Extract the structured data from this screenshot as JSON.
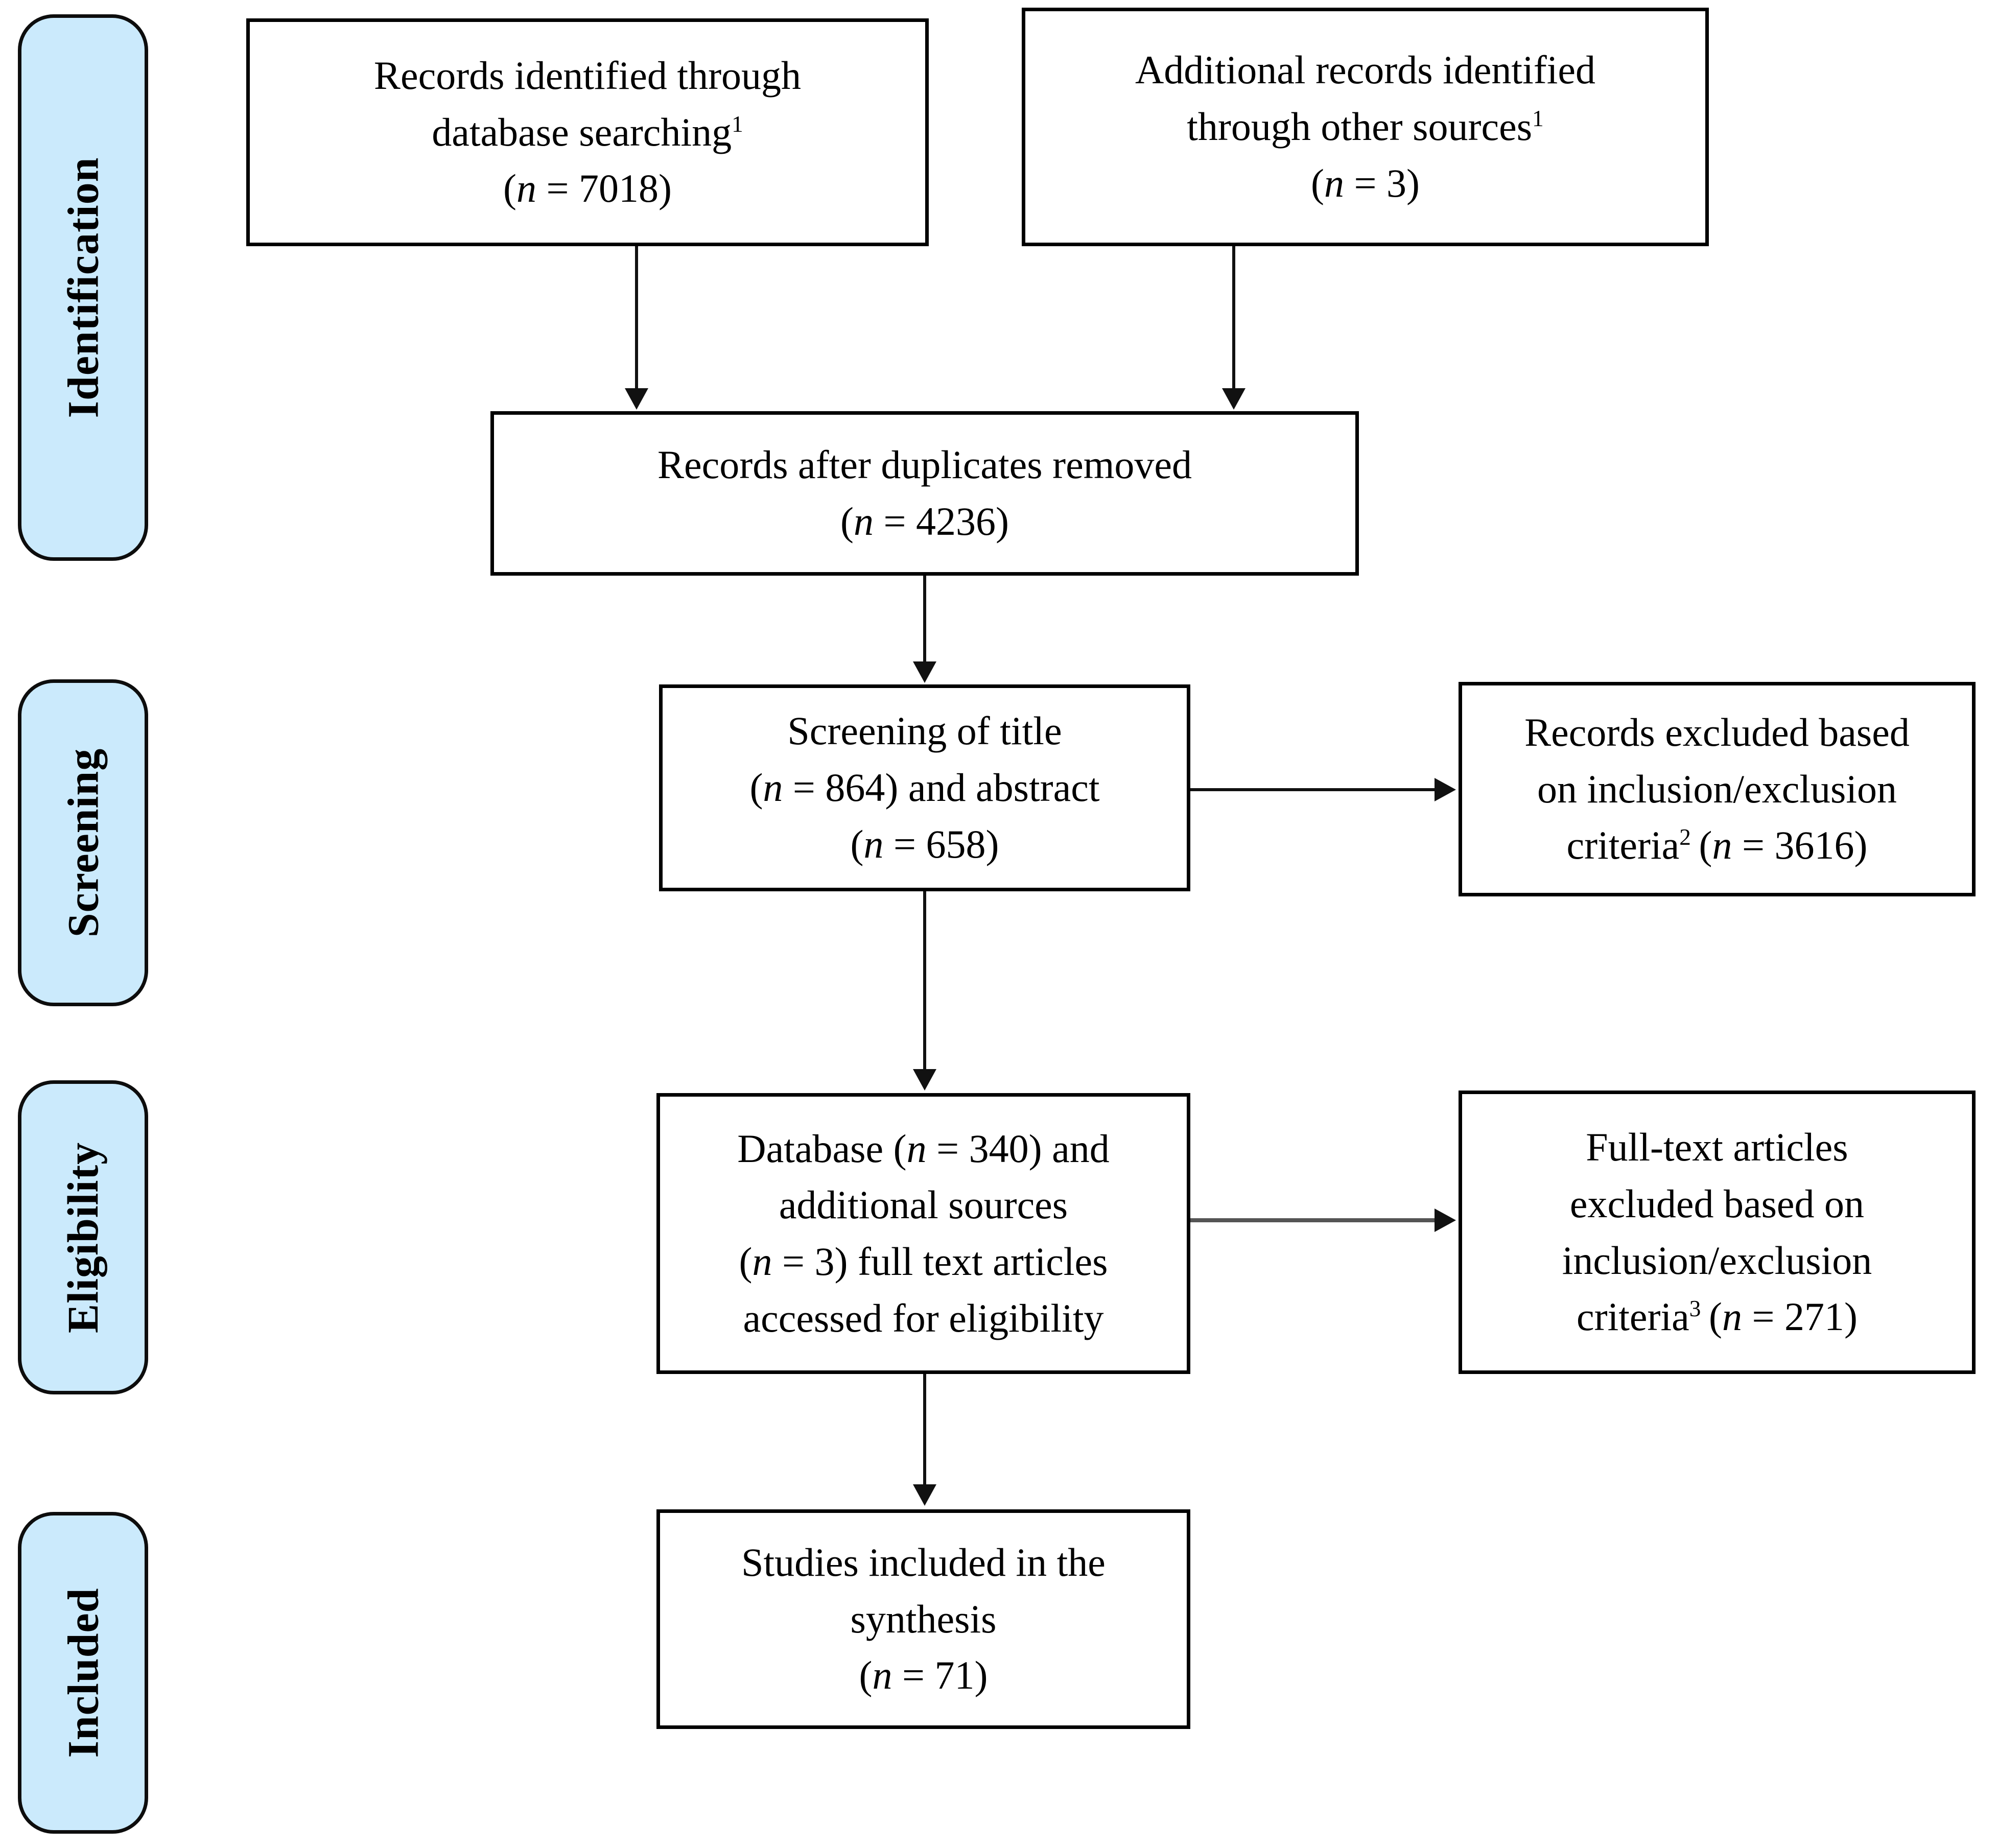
{
  "diagram": {
    "type": "prisma-flow-diagram",
    "title": "PRISMA flow diagram",
    "accent_color": "#cbeafc",
    "line_color": "#000000"
  },
  "phases": [
    {
      "id": "identification",
      "label": "Identification"
    },
    {
      "id": "screening",
      "label": "Screening"
    },
    {
      "id": "eligibility",
      "label": "Eligibility"
    },
    {
      "id": "included",
      "label": "Included"
    }
  ],
  "boxes": {
    "records_db": {
      "line1": "Records identified through",
      "line2": "database searching",
      "footnote": "1",
      "count_line": "(n = 7018)",
      "n": 7018
    },
    "records_other": {
      "line1": "Additional records identified",
      "line2": "through other sources",
      "footnote": "1",
      "count_line": "(n = 3)",
      "n": 3
    },
    "after_duplicates": {
      "line1": "Records after duplicates removed",
      "count_line": "(n = 4236)",
      "n": 4236
    },
    "screening_title_abstract": {
      "line1": "Screening of title",
      "line2_pre": "(n = 864) and abstract",
      "line3": "(n = 658)",
      "n_title": 864,
      "n_abstract": 658
    },
    "records_excluded": {
      "line1": "Records excluded based",
      "line2": "on inclusion/exclusion",
      "line3_pre": "criteria",
      "footnote": "2",
      "line3_post": "(n = 3616)",
      "n": 3616
    },
    "full_text_assessed": {
      "line1": "Database (n = 340) and",
      "line2": "additional sources",
      "line3": "(n = 3) full text articles",
      "line4": "accessed for eligibility",
      "n_database": 340,
      "n_additional": 3
    },
    "full_text_excluded": {
      "line1": "Full-text articles",
      "line2": "excluded based on",
      "line3": "inclusion/exclusion",
      "line4_pre": "criteria",
      "footnote": "3",
      "line4_post": "(n = 271)",
      "n": 271
    },
    "studies_included": {
      "line1": "Studies included in the",
      "line2": "synthesis",
      "count_line": "(n = 71)",
      "n": 71
    }
  }
}
